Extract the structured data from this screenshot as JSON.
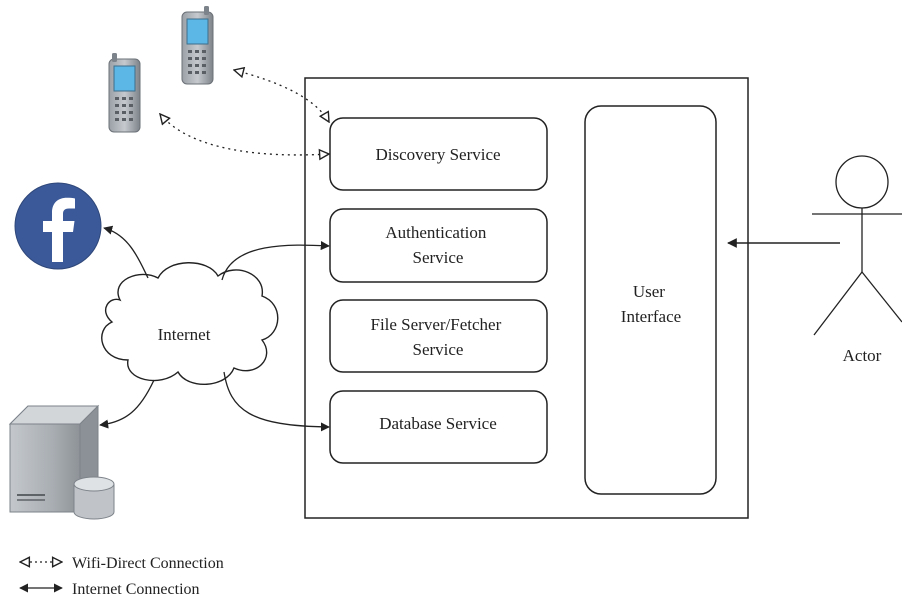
{
  "services": {
    "discovery": [
      "Discovery Service"
    ],
    "authentication": [
      "Authentication",
      "Service"
    ],
    "file_server": [
      "File Server/Fetcher",
      "Service"
    ],
    "database": [
      "Database Service"
    ]
  },
  "user_interface": [
    "User",
    "Interface"
  ],
  "cloud_label": "Internet",
  "actor_label": "Actor",
  "legend": {
    "wifi": "Wifi-Direct Connection",
    "internet": "Internet Connection"
  },
  "icons": {
    "phone_top": "mobile-phone-icon",
    "phone_left": "mobile-phone-icon",
    "social": "facebook-icon",
    "server": "server-database-icon",
    "actor": "stick-figure-icon"
  },
  "colors": {
    "facebook_blue": "#3b5998",
    "phone_body": "#8a8f95",
    "phone_screen": "#5cb6e6",
    "server_gray": "#9ea3a8",
    "line": "#222222"
  }
}
